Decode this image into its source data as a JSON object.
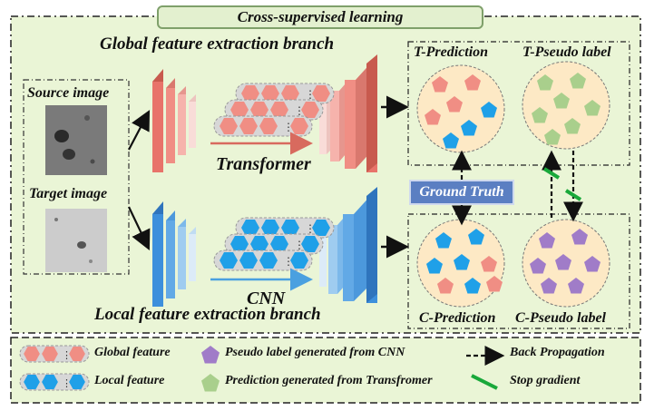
{
  "title": "Cross-supervised learning",
  "branches": {
    "global_label": "Global feature extraction branch",
    "local_label": "Local feature extraction branch",
    "transformer_label": "Transformer",
    "cnn_label": "CNN"
  },
  "inputs": {
    "source_label": "Source image",
    "target_label": "Target image"
  },
  "outputs": {
    "t_prediction": "T-Prediction",
    "t_pseudo": "T-Pseudo label",
    "c_prediction": "C-Prediction",
    "c_pseudo": "C-Pseudo label",
    "ground_truth": "Ground Truth"
  },
  "legend": {
    "global_feature": "Global feature",
    "local_feature": "Local feature",
    "pseudo_cnn": "Pseudo label generated from CNN",
    "pred_transformer": "Prediction generated from Transfromer",
    "back_propagation": "Back Propagation",
    "stop_gradient": "Stop gradient"
  },
  "colors": {
    "panel_bg": "#eaf5d6",
    "global_red": "#e8736a",
    "local_blue": "#3d8fdc",
    "blue_pentagon": "#1fa0e8",
    "purple_pentagon": "#a07cc8",
    "green_pentagon": "#a9cf8c",
    "circle_bg": "#fde9c5",
    "stop_green": "#19a83a",
    "gt_blue": "#5b7fc2"
  }
}
